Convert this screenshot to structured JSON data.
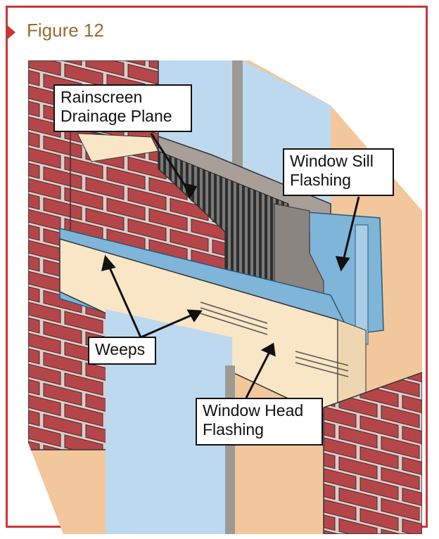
{
  "figure": {
    "title": "Figure 12"
  },
  "labels": {
    "drainage_plane": {
      "line1": "Rainscreen",
      "line2": "Drainage Plane"
    },
    "sill_flashing": {
      "line1": "Window Sill",
      "line2": "Flashing"
    },
    "weeps": {
      "text": "Weeps"
    },
    "head_flashing": {
      "line1": "Window Head",
      "line2": "Flashing"
    }
  },
  "colors": {
    "frame_border": "#c8363a",
    "title": "#9a6a2e",
    "brick": "#b4464a",
    "mortar": "#d9d3cf",
    "lintel": "#f8e6c6",
    "flashing": "#7fb5d8",
    "glass": "#bcd9ef",
    "drainage_mat": "#4a4a4a",
    "interior": "#f2c79c"
  }
}
